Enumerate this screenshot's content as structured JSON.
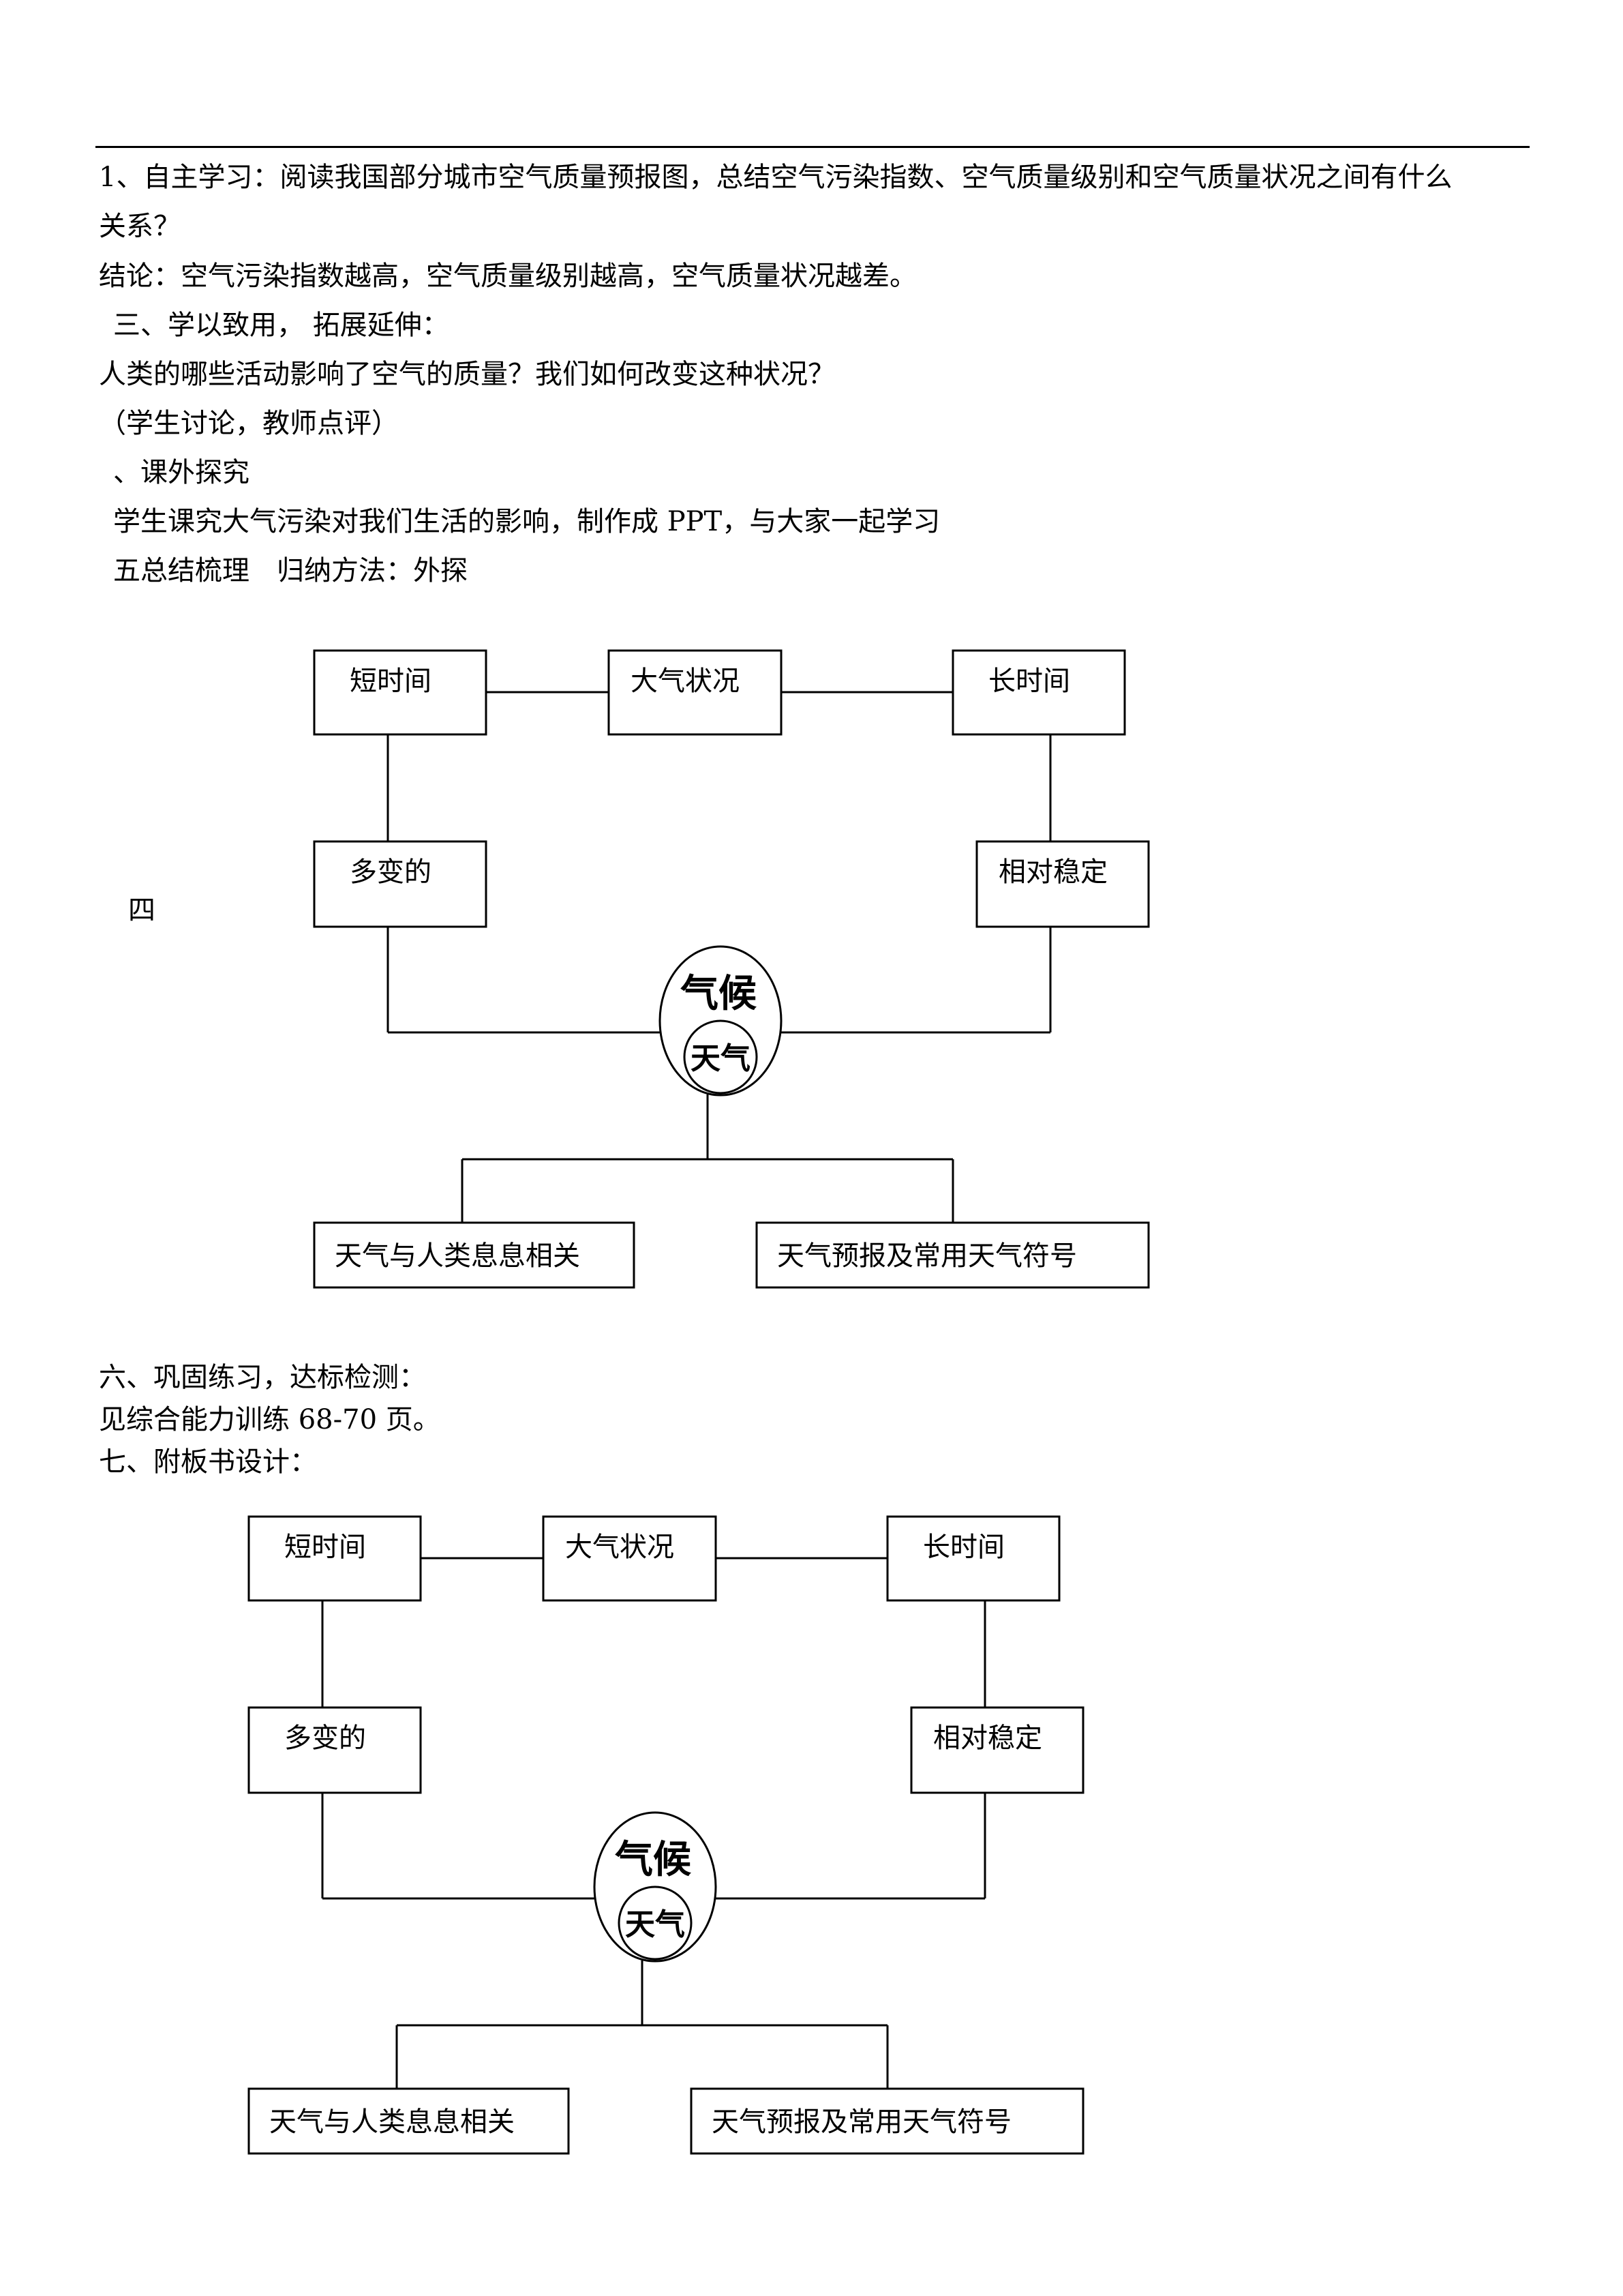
{
  "paragraphs": [
    "1、自主学习：阅读我国部分城市空气质量预报图，总结空气污染指数、空气质量级别和空气质量状况之间有什么",
    "关系？",
    "结论：空气污染指数越高，空气质量级别越高，空气质量状况越差。",
    "三、学以致用， 拓展延伸：",
    "人类的哪些活动影响了空气的质量？我们如何改变这种状况？",
    "（学生讨论，教师点评）",
    "、课外探究",
    "学生课究大气污染对我们生活的影响，制作成 PPT，与大家一起学习",
    "五总结梳理　归纳方法：外探"
  ],
  "section_four_label": "四",
  "diagram": {
    "short_time": "短时间",
    "atmosphere": "大气状况",
    "long_time": "长时间",
    "changeable": "多变的",
    "stable": "相对稳定",
    "climate": "气候",
    "weather": "天气",
    "weather_human": "天气与人类息息相关",
    "forecast_symbols": "天气预报及常用天气符号"
  },
  "practice": {
    "heading": "六、巩固练习，达标检测：",
    "detail": "见综合能力训练 68-70 页。",
    "board_design": "七、附板书设计："
  }
}
